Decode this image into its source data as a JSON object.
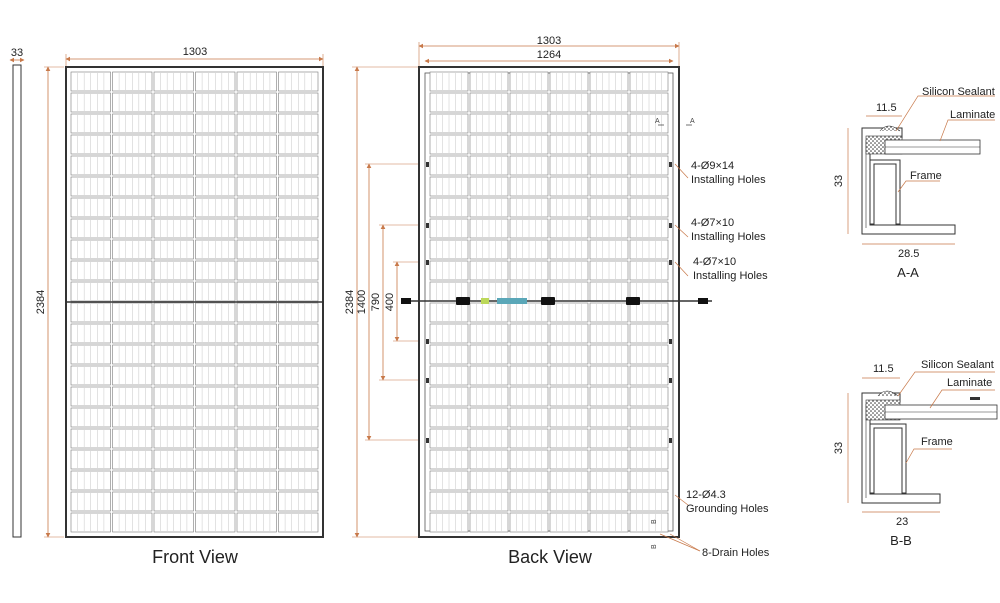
{
  "colors": {
    "dimension_line": "#c8794a",
    "outline": "#333333",
    "cell_grid": "#7a7a7a",
    "cable_accent_1": "#bcd85a",
    "cable_accent_2": "#5aa7b8"
  },
  "front_view": {
    "title": "Front View",
    "thickness": "33",
    "width": "1303",
    "height": "2384"
  },
  "back_view": {
    "title": "Back View",
    "width_outer": "1303",
    "width_inner": "1264",
    "height": "2384",
    "spacing_1400": "1400",
    "spacing_790": "790",
    "spacing_400": "400",
    "marker_a": "A",
    "marker_a2": "A",
    "marker_b": "B",
    "marker_b2": "B",
    "callouts": {
      "holes_9x14_spec": "4-Ø9×14",
      "holes_9x14_label": "Installing Holes",
      "holes_7x10_a_spec": "4-Ø7×10",
      "holes_7x10_a_label": "Installing Holes",
      "holes_7x10_b_spec": "4-Ø7×10",
      "holes_7x10_b_label": "Installing Holes",
      "grounding_spec": "12-Ø4.3",
      "grounding_label": "Grounding Holes",
      "drain_label": "8-Drain Holes"
    }
  },
  "section_aa": {
    "title": "A-A",
    "dim_top": "11.5",
    "dim_height": "33",
    "dim_width": "28.5",
    "sealant": "Silicon Sealant",
    "laminate": "Laminate",
    "frame": "Frame"
  },
  "section_bb": {
    "title": "B-B",
    "dim_top": "11.5",
    "dim_height": "33",
    "dim_width": "23",
    "sealant": "Silicon Sealant",
    "laminate": "Laminate",
    "frame": "Frame"
  }
}
